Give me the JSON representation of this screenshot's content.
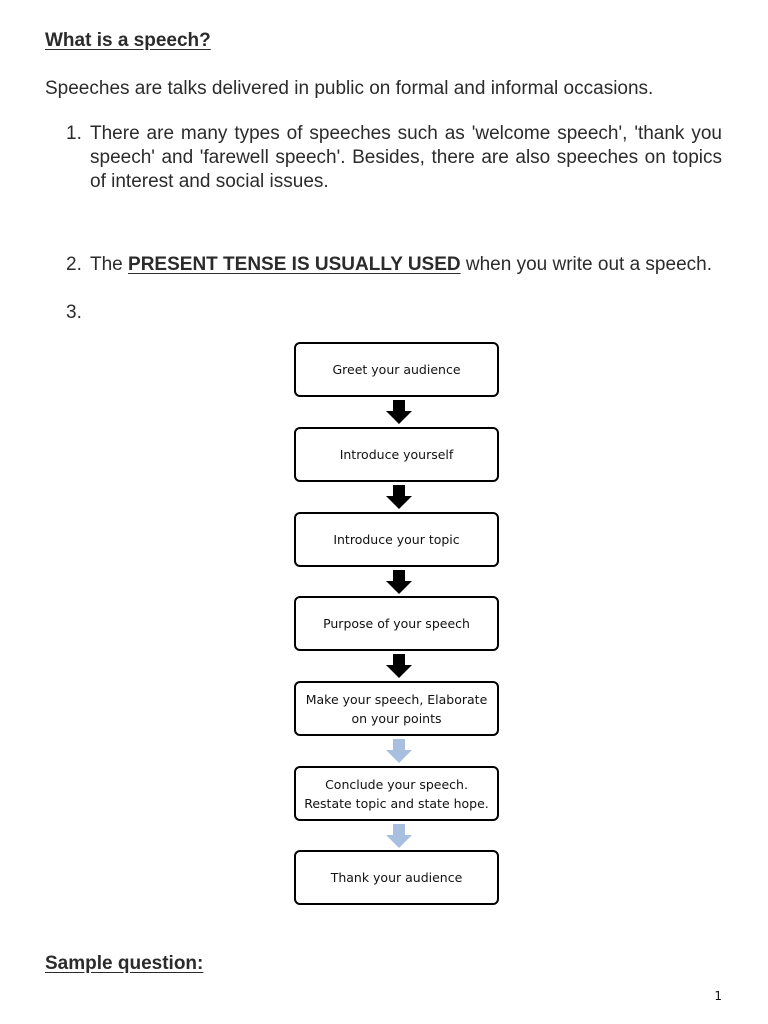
{
  "heading": "What is a speech?",
  "intro": "Speeches are talks delivered in public on formal and informal occasions.",
  "items": [
    {
      "number": "1.",
      "text": "There are many types of speeches such as 'welcome speech', 'thank you speech' and 'farewell speech'. Besides, there are also speeches on topics of interest and social issues."
    },
    {
      "number": "2.",
      "prefix": "The",
      "emphasis": "PRESENT TENSE IS USUALLY USED",
      "suffix": "when you write out a speech."
    },
    {
      "number": "3.",
      "text": ""
    }
  ],
  "flowchart": {
    "steps": [
      "Greet your audience",
      "Introduce yourself",
      "Introduce your topic",
      "Purpose of your speech",
      "Make your speech, Elaborate on your points",
      "Conclude  your speech. Restate topic and state hope.",
      "Thank your audience"
    ],
    "arrows": [
      {
        "color": "#000000"
      },
      {
        "color": "#000000"
      },
      {
        "color": "#000000"
      },
      {
        "color": "#000000"
      },
      {
        "color": "#a9bfdf"
      },
      {
        "color": "#a9bfdf"
      }
    ]
  },
  "sample_heading": "Sample question:",
  "page_number": "1"
}
